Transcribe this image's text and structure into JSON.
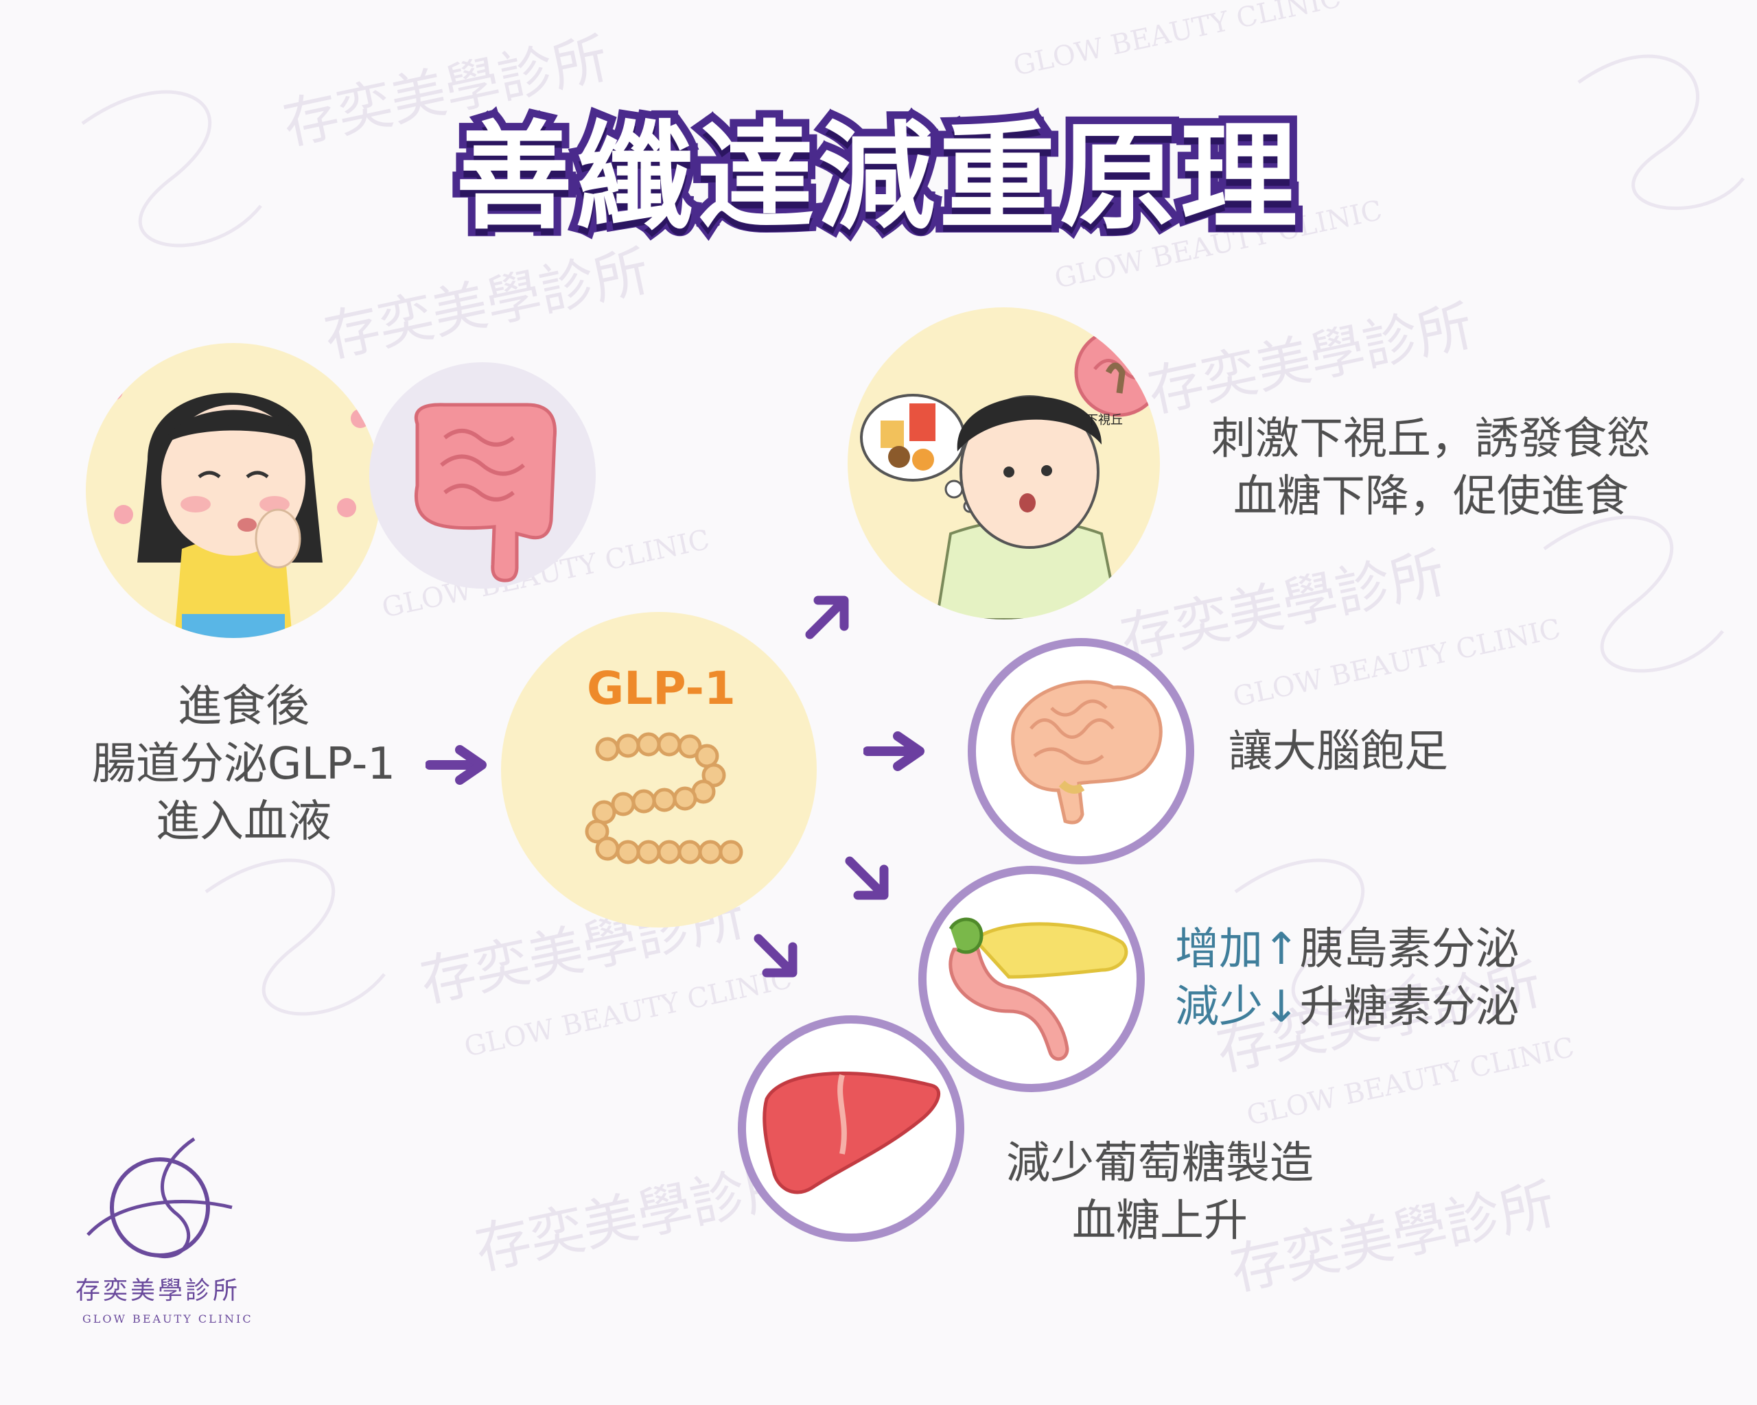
{
  "title": "善纖達減重原理",
  "step1": {
    "lines": [
      "進食後",
      "腸道分泌GLP-1",
      "進入血液"
    ]
  },
  "glp": {
    "label": "GLP-1"
  },
  "hypothalamus_tag": "下視丘",
  "outcomes": {
    "hypothalamus": [
      "刺激下視丘，誘發食慾",
      "血糖下降，促使進食"
    ],
    "brain": "讓大腦飽足",
    "pancreas": {
      "line1_prefix": "增加↑",
      "line1_rest": "胰島素分泌",
      "line2_prefix": "減少↓",
      "line2_rest": "升糖素分泌"
    },
    "liver": [
      "減少葡萄糖製造",
      "血糖上升"
    ]
  },
  "brand": {
    "name": "存奕美學診所",
    "sub": "GLOW BEAUTY CLINIC"
  },
  "watermark": {
    "name": "存奕美學診所",
    "sub": "GLOW BEAUTY CLINIC"
  },
  "colors": {
    "title_stroke": "#4a2a8c",
    "arrow": "#6b3fa0",
    "ring": "#a98fc9",
    "cream_circle": "#fbf0c6",
    "glp_label": "#ee8a2a",
    "highlight_text": "#3f7e9b"
  }
}
